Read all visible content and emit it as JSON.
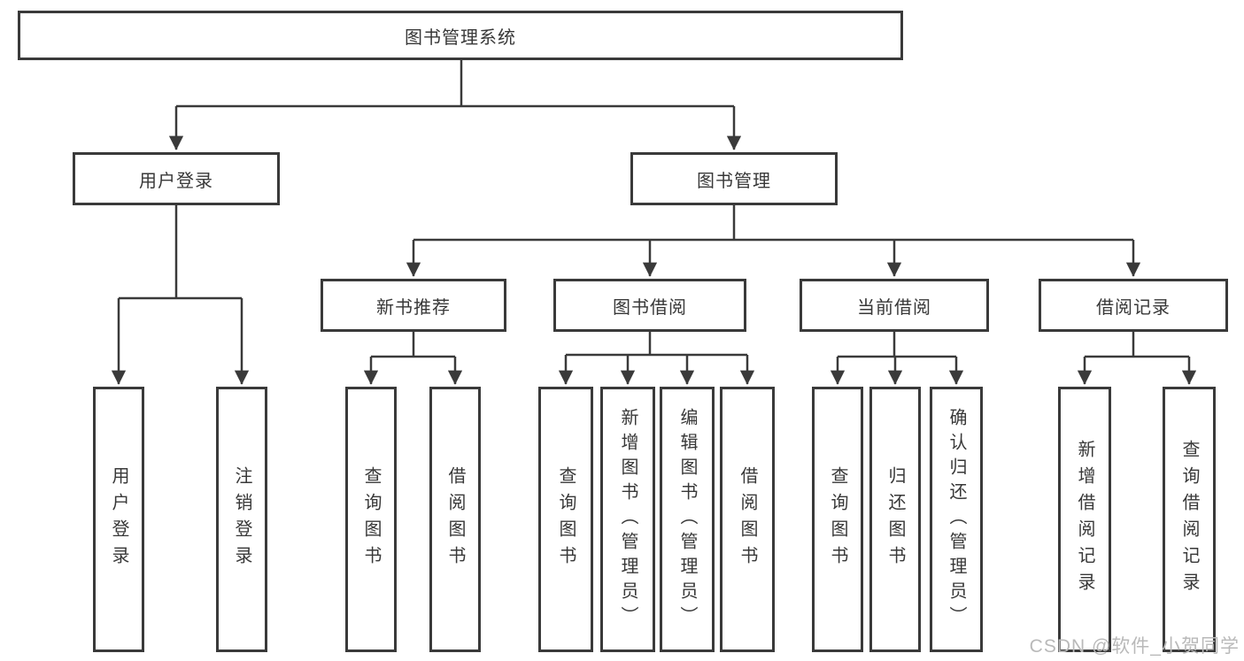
{
  "colors": {
    "line": "#3a3a3a",
    "box_border": "#3a3a3a",
    "text": "#383838",
    "watermark": "#b9b9b9",
    "background": "#ffffff"
  },
  "tree": {
    "root": {
      "label": "图书管理系统",
      "children": [
        {
          "label": "用户登录",
          "children": [
            {
              "label": "用户登录"
            },
            {
              "label": "注销登录"
            }
          ]
        },
        {
          "label": "图书管理",
          "children": [
            {
              "label": "新书推荐",
              "children": [
                {
                  "label": "查询图书"
                },
                {
                  "label": "借阅图书"
                }
              ]
            },
            {
              "label": "图书借阅",
              "children": [
                {
                  "label": "查询图书"
                },
                {
                  "label": "新增图书（管理员）"
                },
                {
                  "label": "编辑图书（管理员）"
                },
                {
                  "label": "借阅图书"
                }
              ]
            },
            {
              "label": "当前借阅",
              "children": [
                {
                  "label": "查询图书"
                },
                {
                  "label": "归还图书"
                },
                {
                  "label": "确认归还（管理员）"
                }
              ]
            },
            {
              "label": "借阅记录",
              "children": [
                {
                  "label": "新增借阅记录"
                },
                {
                  "label": "查询借阅记录"
                }
              ]
            }
          ]
        }
      ]
    }
  },
  "watermark": {
    "text": "CSDN @软件_小贺同学"
  }
}
